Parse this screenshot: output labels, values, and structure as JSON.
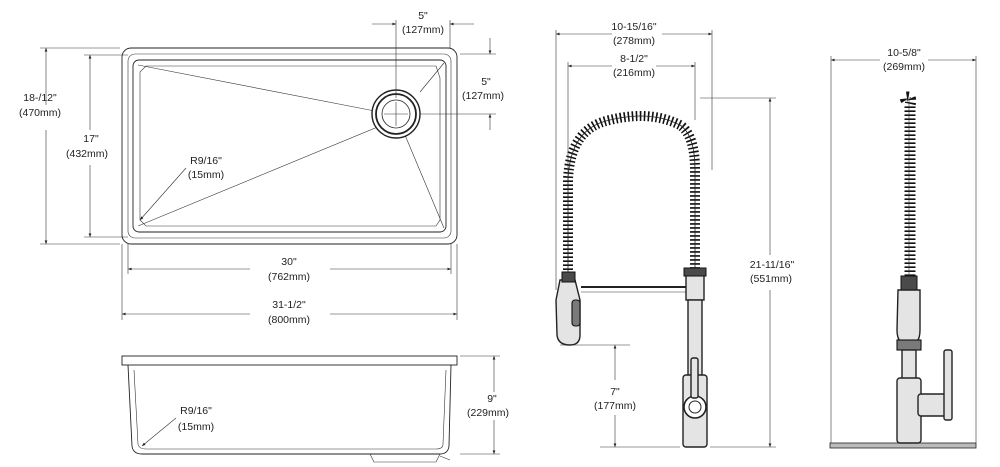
{
  "sink_top_view": {
    "overall_width": {
      "imperial": "31-1/2\"",
      "metric": "(800mm)"
    },
    "bowl_width": {
      "imperial": "30\"",
      "metric": "(762mm)"
    },
    "overall_depth": {
      "imperial": "18-/12\"",
      "metric": "(470mm)"
    },
    "bowl_depth": {
      "imperial": "17\"",
      "metric": "(432mm)"
    },
    "drain_offset_x": {
      "imperial": "5\"",
      "metric": "(127mm)"
    },
    "drain_offset_y": {
      "imperial": "5\"",
      "metric": "(127mm)"
    },
    "corner_radius": {
      "imperial": "R9/16\"",
      "metric": "(15mm)"
    }
  },
  "sink_side_view": {
    "bowl_height": {
      "imperial": "9\"",
      "metric": "(229mm)"
    },
    "corner_radius": {
      "imperial": "R9/16\"",
      "metric": "(15mm)"
    }
  },
  "faucet_front_view": {
    "overall_width": {
      "imperial": "10-15/16\"",
      "metric": "(278mm)"
    },
    "spout_reach": {
      "imperial": "8-1/2\"",
      "metric": "(216mm)"
    },
    "overall_height": {
      "imperial": "21-11/16\"",
      "metric": "(551mm)"
    },
    "spout_clearance": {
      "imperial": "7\"",
      "metric": "(177mm)"
    }
  },
  "faucet_side_view": {
    "overall_depth": {
      "imperial": "10-5/8\"",
      "metric": "(269mm)"
    }
  }
}
